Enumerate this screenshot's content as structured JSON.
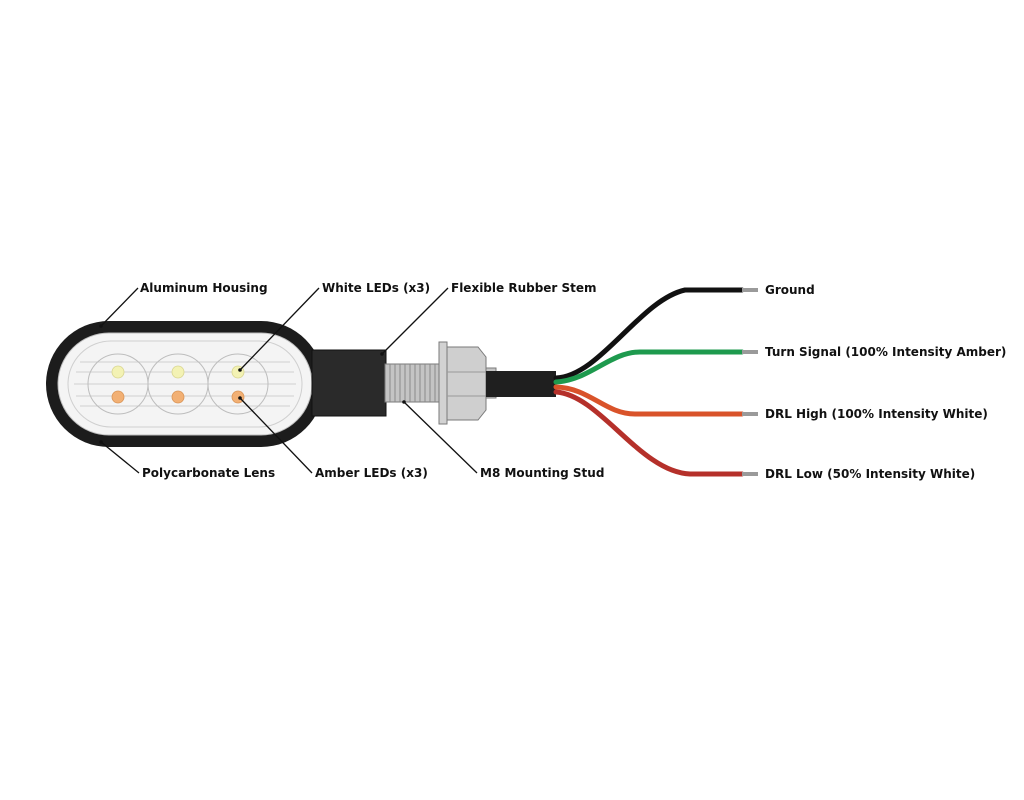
{
  "parts": {
    "aluminum_housing": "Aluminum Housing",
    "white_leds": "White LEDs (x3)",
    "flexible_rubber_stem": "Flexible Rubber Stem",
    "polycarbonate_lens": "Polycarbonate Lens",
    "amber_leds": "Amber LEDs (x3)",
    "m8_mounting_stud": "M8 Mounting Stud"
  },
  "wires": [
    {
      "label": "Ground",
      "color": "#111111"
    },
    {
      "label": "Turn Signal (100% Intensity Amber)",
      "color": "#1e9a4e"
    },
    {
      "label": "DRL High (100% Intensity White)",
      "color": "#d9532a"
    },
    {
      "label": "DRL Low (50% Intensity White)",
      "color": "#b5302a"
    }
  ],
  "colors": {
    "housing": "#1c1c1c",
    "white_led": "#f3f2b4",
    "amber_led": "#f2b074",
    "stud": "#bdbdbd"
  }
}
